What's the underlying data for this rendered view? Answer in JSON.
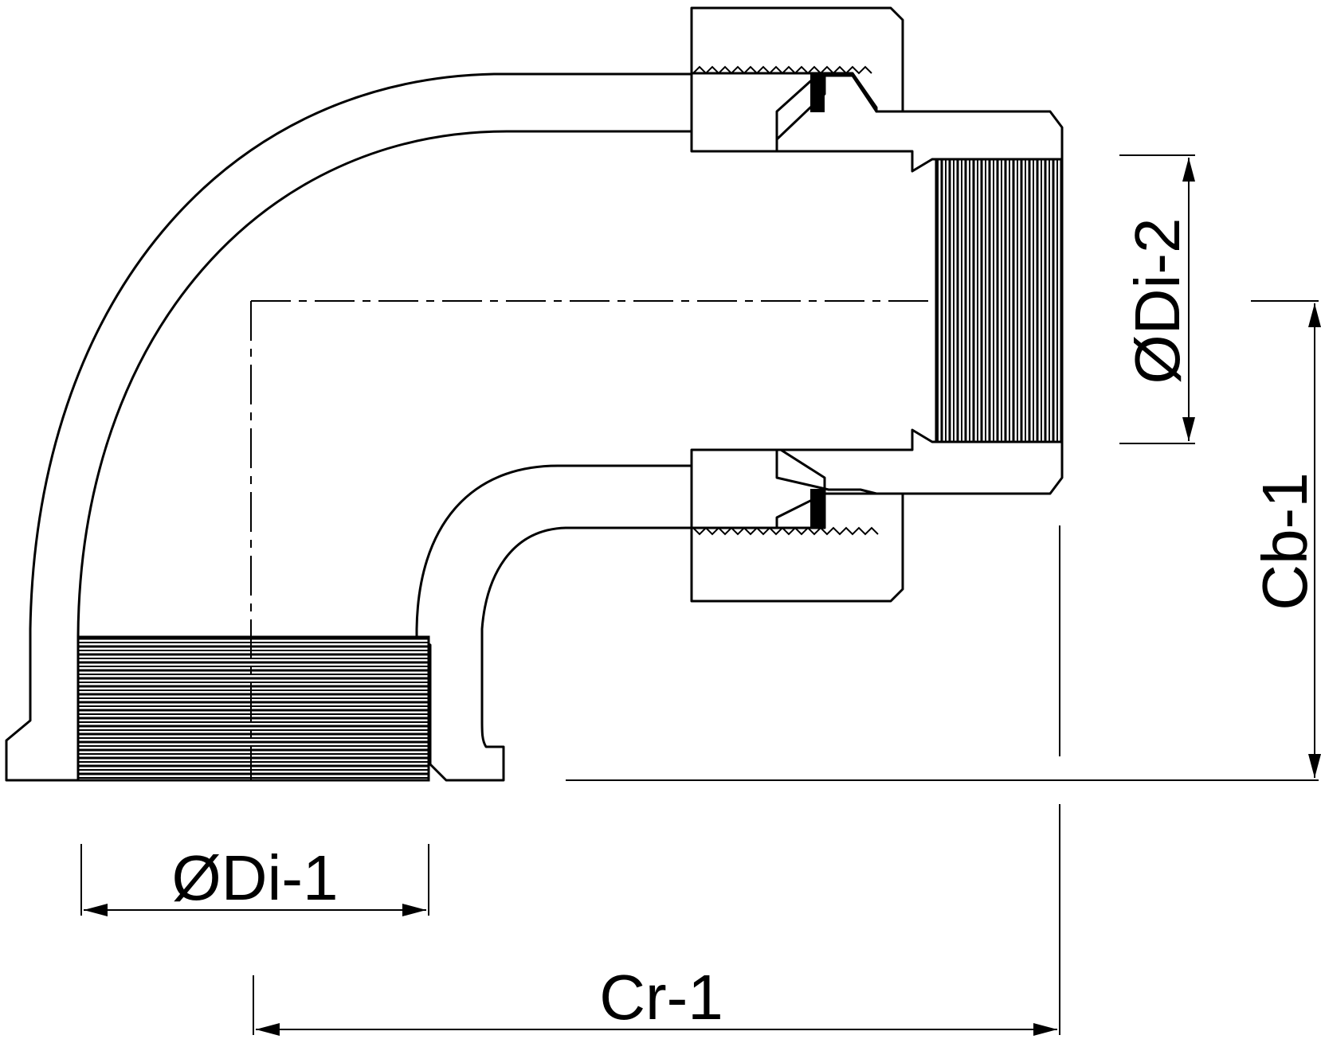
{
  "drawing": {
    "line_color": "#000000",
    "background": "#ffffff",
    "dimensions": {
      "inner_diameter_1": "ØDi-1",
      "inner_diameter_2": "ØDi-2",
      "center_to_end_1": "Cr-1",
      "center_to_base_1": "Cb-1"
    }
  }
}
